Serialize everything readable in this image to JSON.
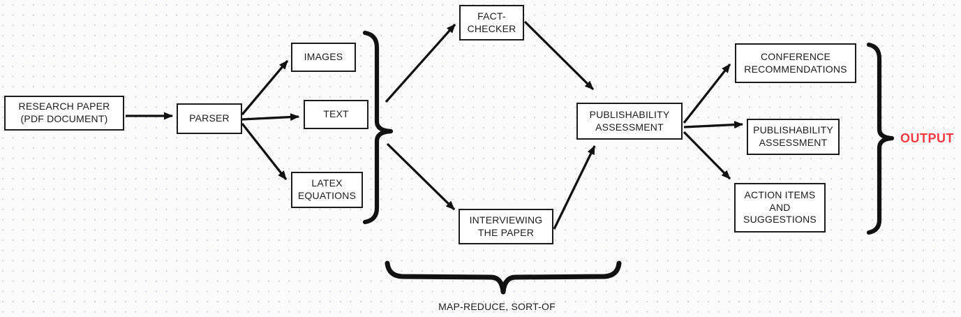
{
  "diagram": {
    "nodes": {
      "research_paper": {
        "label": "RESEARCH PAPER\n(PDF DOCUMENT)"
      },
      "parser": {
        "label": "PARSER"
      },
      "images": {
        "label": "IMAGES"
      },
      "text": {
        "label": "TEXT"
      },
      "latex_equations": {
        "label": "LATEX\nEQUATIONS"
      },
      "fact_checker": {
        "label": "FACT-\nCHECKER"
      },
      "interviewing_the_paper": {
        "label": "INTERVIEWING\nTHE PAPER"
      },
      "publishability_assessment": {
        "label": "PUBLISHABILITY\nASSESSMENT"
      },
      "conference_recommendations": {
        "label": "CONFERENCE\nRECOMMENDATIONS"
      },
      "publishability_assessment_report": {
        "label": "PUBLISHABILITY\nASSESSMENT"
      },
      "action_items_and_suggestions": {
        "label": "ACTION ITEMS\nAND\nSUGGESTIONS"
      }
    },
    "edges": [
      {
        "from": "research_paper",
        "to": "parser"
      },
      {
        "from": "parser",
        "to": "images"
      },
      {
        "from": "parser",
        "to": "text"
      },
      {
        "from": "parser",
        "to": "latex_equations"
      },
      {
        "from": "parsed_outputs_group",
        "to": "fact_checker"
      },
      {
        "from": "parsed_outputs_group",
        "to": "interviewing_the_paper"
      },
      {
        "from": "fact_checker",
        "to": "publishability_assessment"
      },
      {
        "from": "interviewing_the_paper",
        "to": "publishability_assessment"
      },
      {
        "from": "publishability_assessment",
        "to": "conference_recommendations"
      },
      {
        "from": "publishability_assessment",
        "to": "publishability_assessment_report"
      },
      {
        "from": "publishability_assessment",
        "to": "action_items_and_suggestions"
      }
    ],
    "groups": [
      {
        "name": "parsed-outputs-brace",
        "members": [
          "images",
          "text",
          "latex_equations"
        ]
      },
      {
        "name": "map-reduce-brace",
        "label": "MAP-REDUCE, SORT-OF",
        "members": [
          "fact_checker",
          "interviewing_the_paper"
        ]
      },
      {
        "name": "output-brace",
        "label": "OUTPUT",
        "members": [
          "conference_recommendations",
          "publishability_assessment_report",
          "action_items_and_suggestions"
        ]
      }
    ],
    "annotations": {
      "output_label": "OUTPUT",
      "map_reduce_label": "MAP-REDUCE, SORT-OF"
    },
    "colors": {
      "background": "#fbfbfc",
      "dot_color": "#cdd3de",
      "line_color": "#111111",
      "box_border": "#1b1b1b",
      "box_fill": "#ffffff",
      "output_label_color": "#fa3a42"
    }
  }
}
